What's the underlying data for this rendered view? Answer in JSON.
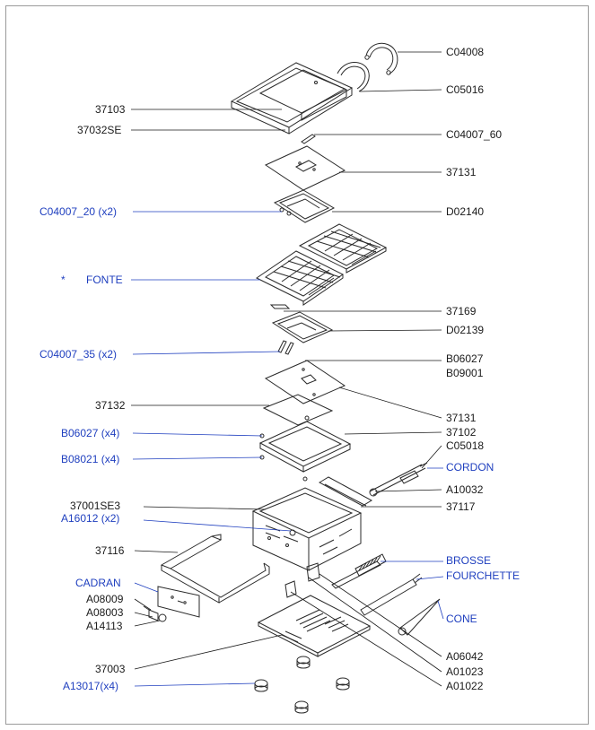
{
  "diagram": {
    "colors": {
      "part_label": "#1a1a1a",
      "highlight_label": "#1f3fbf",
      "drawing": "#2a2a2a"
    },
    "labels": {
      "c04008": "C04008",
      "c05016": "C05016",
      "p37103": "37103",
      "p37032se": "37032SE",
      "c04007_60": "C04007_60",
      "p37131_top": "37131",
      "c04007_20": "C04007_20 (x2)",
      "d02140": "D02140",
      "fonte_star": "*",
      "fonte": "FONTE",
      "p37169": "37169",
      "d02139": "D02139",
      "c04007_35": "C04007_35 (x2)",
      "b06027": "B06027",
      "b09001": "B09001",
      "p37132": "37132",
      "p37131_mid": "37131",
      "b06027_x4": "B06027 (x4)",
      "p37102": "37102",
      "c05018": "C05018",
      "b08021_x4": "B08021 (x4)",
      "cordon": "CORDON",
      "a10032": "A10032",
      "p37001se3": "37001SE3",
      "a16012_x2": "A16012 (x2)",
      "p37117": "37117",
      "p37116": "37116",
      "brosse": "BROSSE",
      "fourchette": "FOURCHETTE",
      "cadran": "CADRAN",
      "a08009": "A08009",
      "a08003": "A08003",
      "a14113": "A14113",
      "cone": "CONE",
      "p37003": "37003",
      "a06042": "A06042",
      "a13017_x4": "A13017(x4)",
      "a01023": "A01023",
      "a01022": "A01022"
    }
  }
}
